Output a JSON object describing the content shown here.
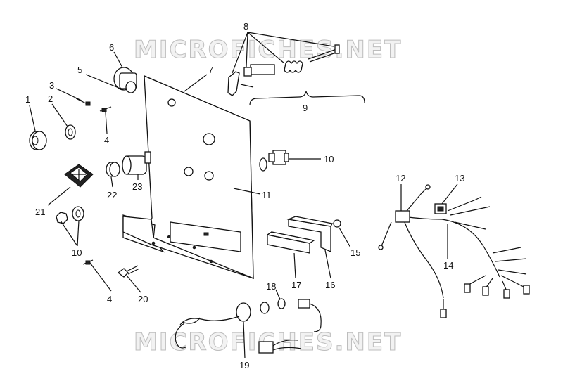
{
  "watermark": "MICROFICHES.NET",
  "callouts": {
    "c1": "1",
    "c2": "2",
    "c3": "3",
    "c4a": "4",
    "c4b": "4",
    "c5": "5",
    "c6": "6",
    "c7": "7",
    "c8": "8",
    "c9": "9",
    "c10a": "10",
    "c10b": "10",
    "c11": "11",
    "c12": "12",
    "c13": "13",
    "c14": "14",
    "c15": "15",
    "c16": "16",
    "c17": "17",
    "c18": "18",
    "c19": "19",
    "c20": "20",
    "c21": "21",
    "c22": "22",
    "c23": "23"
  }
}
